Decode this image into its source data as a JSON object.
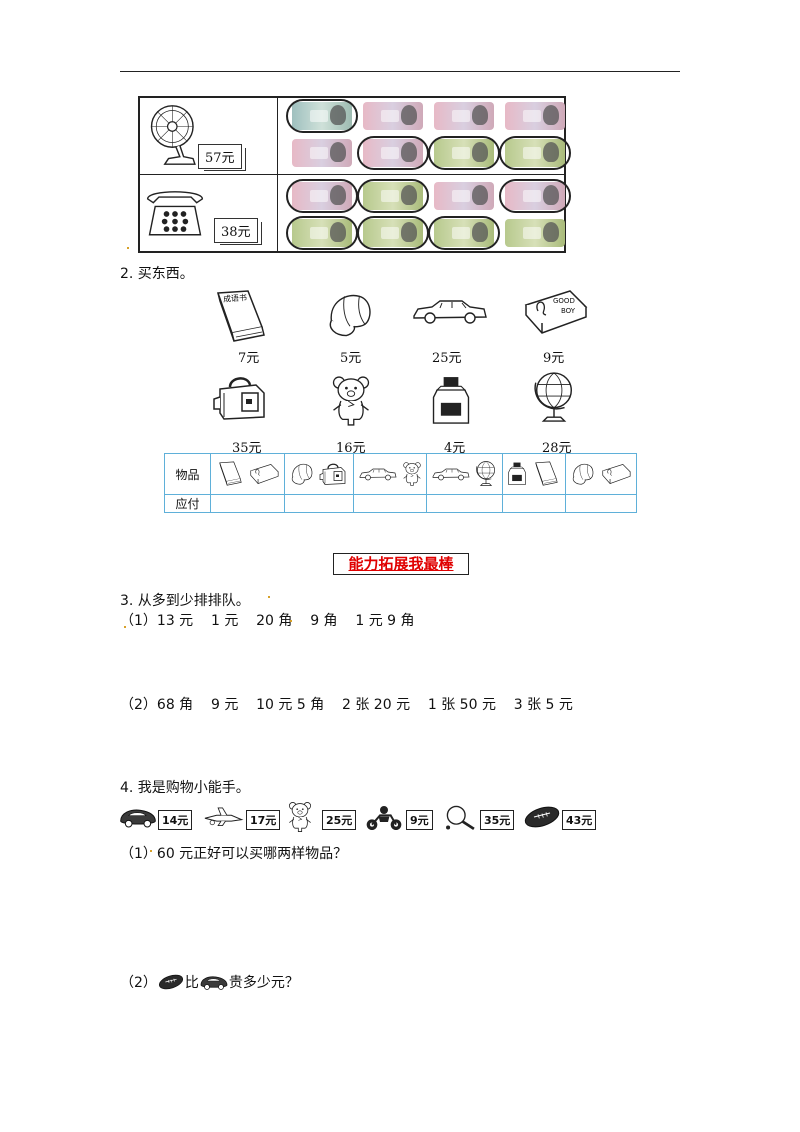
{
  "money_table": {
    "rows": [
      {
        "item_icon": "fan-icon",
        "price_tag": "57元"
      },
      {
        "item_icon": "telephone-icon",
        "price_tag": "38元"
      }
    ]
  },
  "q2": {
    "title": "2. 买东西。",
    "items": [
      {
        "icon": "book-icon",
        "price": "7元",
        "book_cover_text": "成语书"
      },
      {
        "icon": "cap-icon",
        "price": "5元"
      },
      {
        "icon": "toy-car-icon",
        "price": "25元"
      },
      {
        "icon": "pencil-case-icon",
        "price": "9元",
        "case_text_1": "GOOD",
        "case_text_2": "BOY"
      },
      {
        "icon": "schoolbag-icon",
        "price": "35元"
      },
      {
        "icon": "teddy-bear-icon",
        "price": "16元"
      },
      {
        "icon": "ink-bottle-icon",
        "price": "4元"
      },
      {
        "icon": "globe-icon",
        "price": "28元"
      }
    ],
    "table": {
      "row1_label": "物品",
      "row2_label": "应付",
      "columns": [
        [
          "book-icon",
          "pencil-case-icon"
        ],
        [
          "cap-icon",
          "schoolbag-icon"
        ],
        [
          "toy-car-icon",
          "teddy-bear-icon"
        ],
        [
          "toy-car-icon",
          "globe-icon"
        ],
        [
          "ink-bottle-icon",
          "book-icon"
        ],
        [
          "cap-icon",
          "pencil-case-icon"
        ]
      ]
    }
  },
  "banner": "能力拓展我最棒",
  "q3": {
    "title": "3. 从多到少排排队。",
    "part1": "（1）13 元    1 元    20 角    9 角    1 元 9 角",
    "part2": "（2）68 角    9 元    10 元 5 角    2 张 20 元    1 张 50 元    3 张 5 元"
  },
  "q4": {
    "title": "4. 我是购物小能手。",
    "goods": [
      {
        "icon": "toy-car-icon",
        "price": "14元"
      },
      {
        "icon": "airplane-icon",
        "price": "17元"
      },
      {
        "icon": "teddy-bear-icon",
        "price": "25元"
      },
      {
        "icon": "motorcycle-icon",
        "price": "9元"
      },
      {
        "icon": "ping-pong-paddle-icon",
        "price": "35元"
      },
      {
        "icon": "rugby-ball-icon",
        "price": "43元"
      }
    ],
    "part1": "（1）60 元正好可以买哪两样物品？",
    "part2_prefix": "（2）",
    "part2_mid": "比",
    "part2_suffix": "贵多少元？"
  },
  "colors": {
    "banner_text": "#e00000",
    "table_border": "#5fb0d9"
  }
}
